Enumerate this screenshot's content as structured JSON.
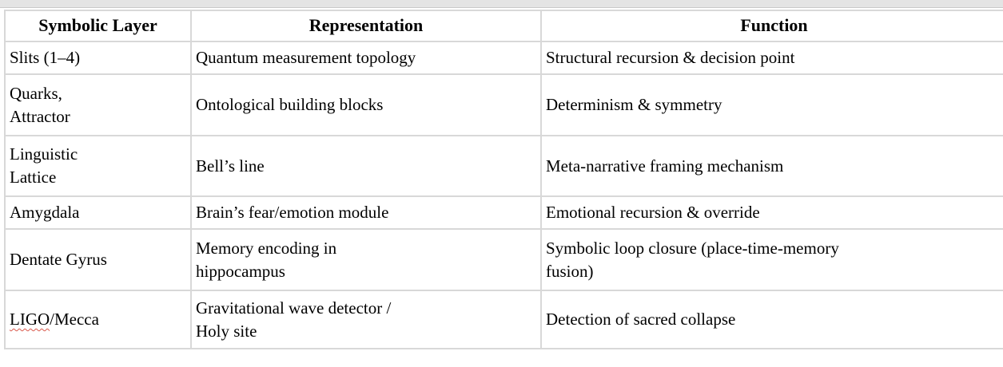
{
  "colors": {
    "text": "#000000",
    "border": "#d8d8d8",
    "top_strip": "#e4e4e4",
    "spellcheck": "#d9594c"
  },
  "table": {
    "headers": {
      "layer": "Symbolic Layer",
      "representation": "Representation",
      "function": "Function"
    },
    "rows": [
      {
        "layer": "Slits (1–4)",
        "representation": "Quantum measurement topology",
        "function": "Structural recursion & decision point"
      },
      {
        "layer": "Quarks,\nAttractor",
        "representation": "Ontological building blocks",
        "function": "Determinism & symmetry"
      },
      {
        "layer": "Linguistic\nLattice",
        "representation": "Bell’s line",
        "function": "Meta-narrative framing mechanism"
      },
      {
        "layer": "Amygdala",
        "representation": "Brain’s fear/emotion module",
        "function": "Emotional recursion & override"
      },
      {
        "layer": "Dentate Gyrus",
        "representation": "Memory encoding in\nhippocampus",
        "function": "Symbolic loop closure (place-time-memory\nfusion)"
      },
      {
        "layer_flagged": "LIGO",
        "layer_rest": "/Mecca",
        "representation": "Gravitational wave detector /\nHoly site",
        "function": "Detection of sacred collapse"
      }
    ]
  }
}
